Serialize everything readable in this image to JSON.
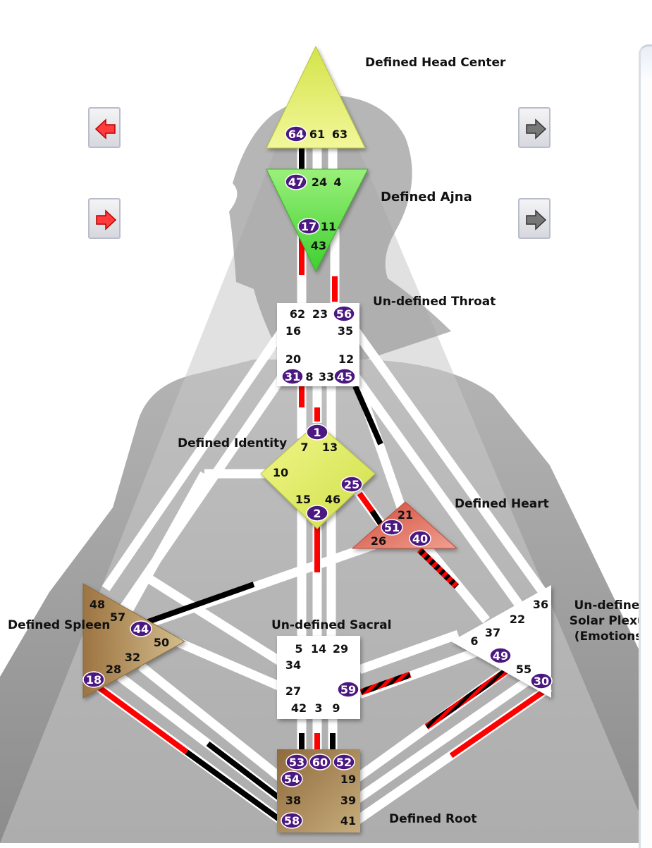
{
  "labels": {
    "head": "Defined Head Center",
    "ajna": "Defined Ajna",
    "throat": "Un-defined Throat",
    "identity": "Defined Identity",
    "heart": "Defined Heart",
    "spleen": "Defined Spleen",
    "sacral": "Un-defined Sacral",
    "solar": [
      "Un-defined",
      "Solar Plexus",
      "(Emotions)"
    ],
    "root": "Defined Root"
  },
  "nav": {
    "left_top_icon": "red-left-arrow-icon",
    "left_bottom_icon": "red-right-arrow-icon",
    "right_top_icon": "gray-right-arrow-icon",
    "right_bottom_icon": "gray-right-arrow-icon"
  },
  "colors": {
    "head": "#e6f06a",
    "ajna": "#6ee04a",
    "identity": "#e8f070",
    "heart": "#e06a5a",
    "spleen": "#b58b58",
    "root": "#a88656",
    "active_gate": "#4b1780",
    "channel_red": "#ff0000",
    "channel_black": "#000000"
  },
  "gates": {
    "head": [
      "64",
      "61",
      "63"
    ],
    "ajna": [
      "47",
      "24",
      "4",
      "17",
      "11",
      "43"
    ],
    "throat": [
      "62",
      "23",
      "56",
      "16",
      "35",
      "20",
      "12",
      "31",
      "8",
      "33",
      "45"
    ],
    "identity": [
      "1",
      "7",
      "13",
      "10",
      "25",
      "15",
      "46",
      "2"
    ],
    "heart": [
      "21",
      "51",
      "26",
      "40"
    ],
    "spleen": [
      "48",
      "57",
      "44",
      "50",
      "32",
      "28",
      "18"
    ],
    "sacral": [
      "5",
      "14",
      "29",
      "34",
      "27",
      "59",
      "42",
      "3",
      "9"
    ],
    "solar": [
      "36",
      "22",
      "37",
      "6",
      "49",
      "55",
      "30"
    ],
    "root": [
      "53",
      "60",
      "52",
      "54",
      "19",
      "38",
      "39",
      "58",
      "41"
    ]
  },
  "active_gates": [
    "64",
    "47",
    "17",
    "56",
    "31",
    "45",
    "1",
    "25",
    "2",
    "51",
    "40",
    "44",
    "18",
    "59",
    "49",
    "30",
    "53",
    "60",
    "52",
    "54",
    "58"
  ]
}
